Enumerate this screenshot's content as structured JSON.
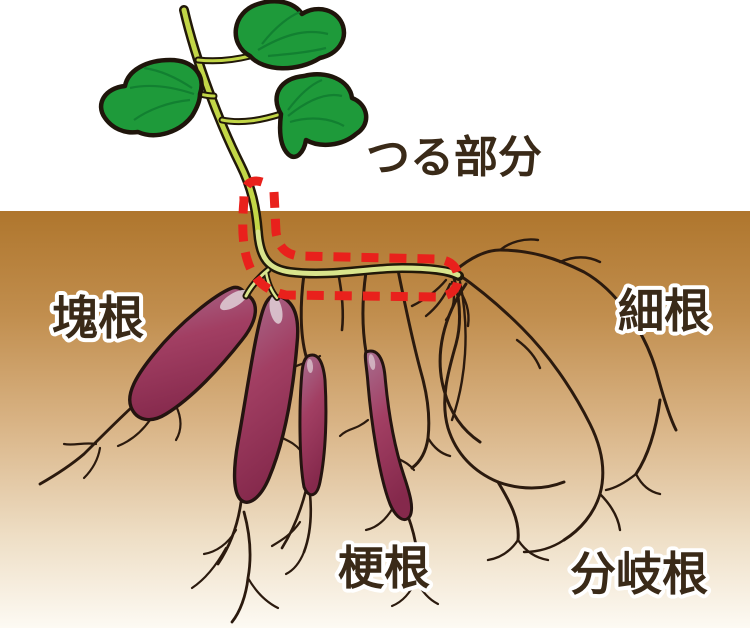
{
  "diagram": {
    "subject": "sweet-potato-plant-root-structure",
    "orientation": "cross-section of soil with plant above ground and roots below"
  },
  "labels": {
    "vine_part": "つる部分",
    "tuberous_root": "塊根",
    "fine_root": "細根",
    "pencil_root": "梗根",
    "branched_root": "分岐根"
  },
  "colors": {
    "sky": "#ffffff",
    "soil_top": "#af762d",
    "soil_upper_mid": "#c18e4e",
    "soil_mid": "#d8b283",
    "soil_lower": "#eedec5",
    "soil_bottom": "#fdfaf3",
    "leaf_green": "#1e9a3a",
    "leaf_vein": "#128031",
    "stem_yellow": "#c2d647",
    "vine_underground": "#d9e48c",
    "tuber_light": "#a86f90",
    "tuber_mid": "#a23f63",
    "tuber_dark": "#85294c",
    "tuber_shine": "#ddc9d2",
    "root_line": "#2b1a0e",
    "dash_red": "#e9211c",
    "label_text": "#3a2a18",
    "label_halo": "#ffffff"
  }
}
